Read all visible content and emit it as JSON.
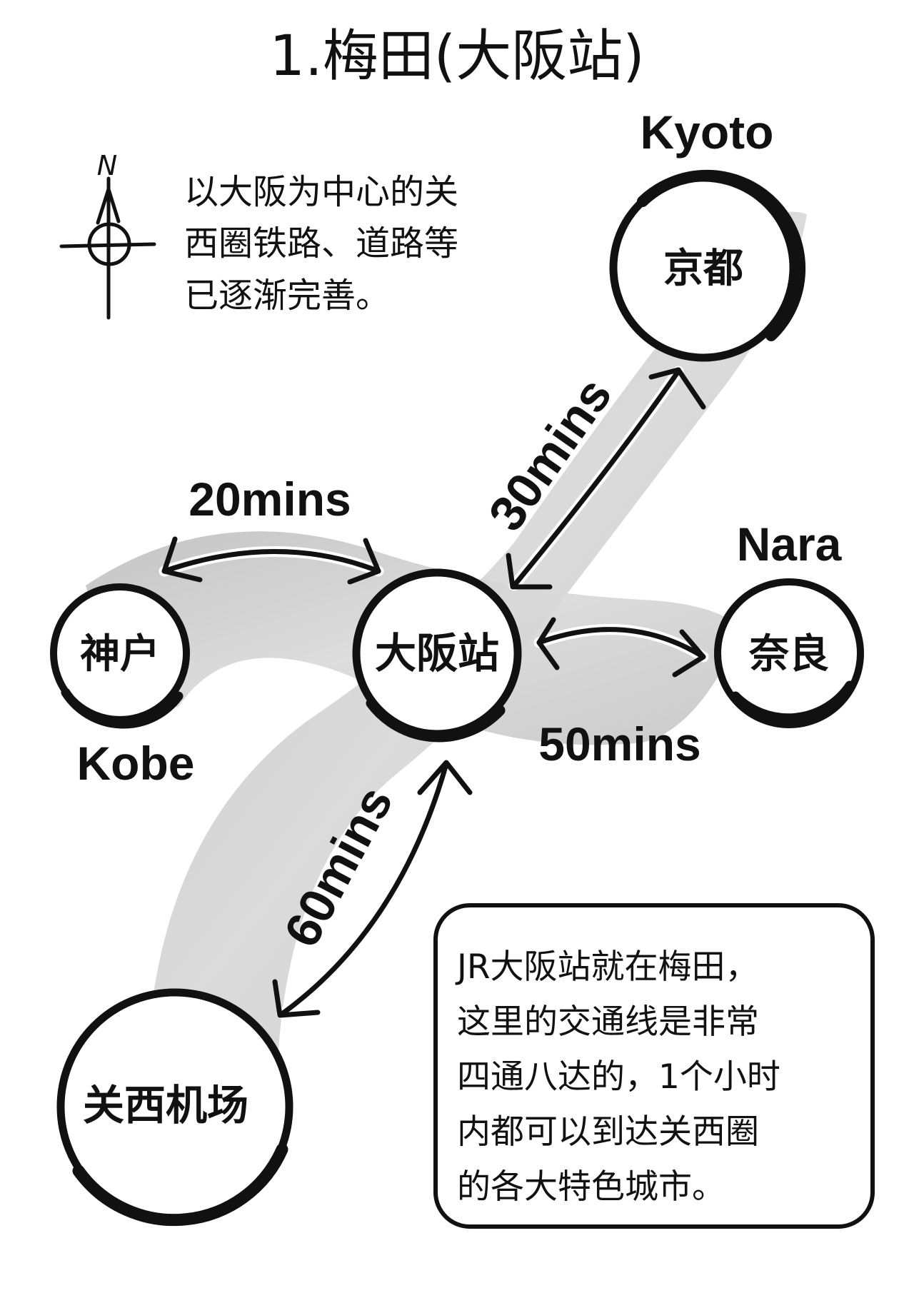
{
  "title": "1.梅田(大阪站)",
  "intro_lines": [
    "以大阪为中心的关",
    "西圈铁路、道路等",
    "已逐渐完善。"
  ],
  "compass_label": "N",
  "stations": {
    "osaka": {
      "name": "大阪站"
    },
    "kyoto": {
      "name": "京都",
      "en": "Kyoto"
    },
    "kobe": {
      "name": "神户",
      "en": "Kobe"
    },
    "nara": {
      "name": "奈良",
      "en": "Nara"
    },
    "kansai": {
      "name": "关西机场"
    }
  },
  "routes": {
    "kyoto": {
      "time": "30mins"
    },
    "kobe": {
      "time": "20mins"
    },
    "nara": {
      "time": "50mins"
    },
    "kansai": {
      "time": "60mins"
    }
  },
  "note_lines": [
    "JR大阪站就在梅田，",
    "这里的交通线是非常",
    "四通八达的，1个小时",
    "内都可以到达关西圈",
    "的各大特色城市。"
  ],
  "colors": {
    "ink": "#111111",
    "band": "#c8c8c8",
    "paper": "#ffffff"
  }
}
